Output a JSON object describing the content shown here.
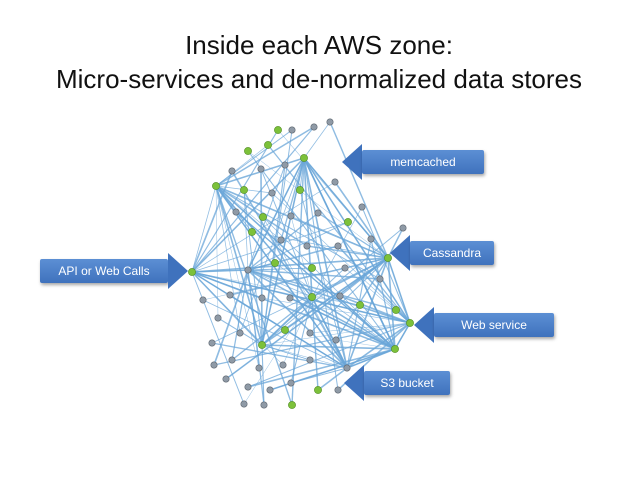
{
  "title": {
    "line1": "Inside each AWS zone:",
    "line2": "Micro-services and de-normalized data stores"
  },
  "callouts": {
    "api": "API or Web Calls",
    "memcached": "memcached",
    "cassandra": "Cassandra",
    "web_service": "Web service",
    "s3": "S3 bucket"
  },
  "colors": {
    "callout": "#4a7fca",
    "edge": "#6aa6d8",
    "node_green": "#7cc13a",
    "node_gray": "#8f9aa6"
  }
}
